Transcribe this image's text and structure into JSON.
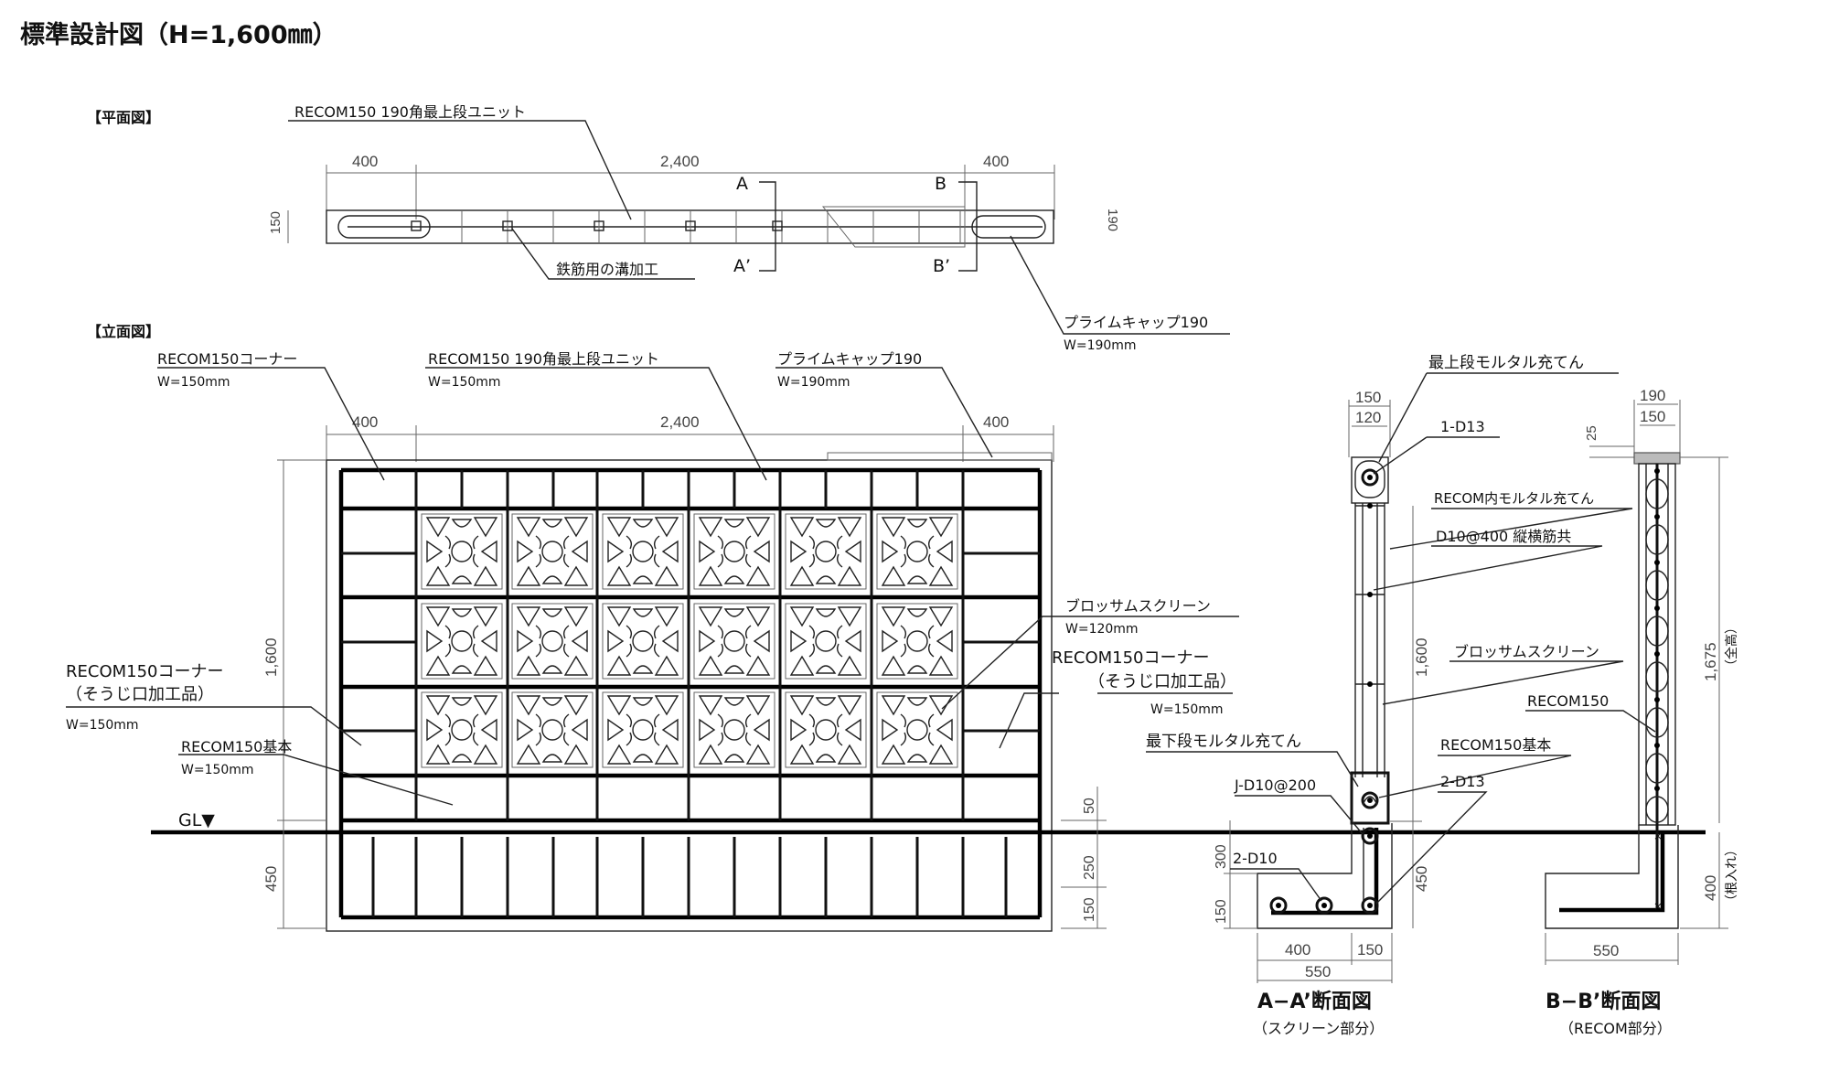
{
  "title": "標準設計図（H=1,600㎜）",
  "sections": {
    "plan": "【平面図】",
    "elevation": "【立面図】"
  },
  "plan": {
    "dims": {
      "left": "400",
      "center": "2,400",
      "right": "400",
      "depth_left": "150",
      "depth_right": "190"
    },
    "labels": {
      "top_unit": "RECOM150 190角最上段ユニット",
      "groove": "鉄筋用の溝加工",
      "cap_name": "プライムキャップ190",
      "cap_width": "W=190mm"
    },
    "markers": {
      "a": "A",
      "a_prime": "A’",
      "b": "B",
      "b_prime": "B’"
    }
  },
  "elevation": {
    "dims": {
      "left": "400",
      "center": "2,400",
      "right": "400",
      "height": "1,600",
      "embed": "450",
      "d50": "50",
      "d250": "250",
      "d150": "150"
    },
    "labels": {
      "corner": "RECOM150コーナー",
      "corner_w": "W=150mm",
      "top_unit": "RECOM150 190角最上段ユニット",
      "top_unit_w": "W=150mm",
      "cap": "プライムキャップ190",
      "cap_w": "W=190mm",
      "blossom": "ブロッサムスクリーン",
      "blossom_w": "W=120mm",
      "corner_right_1": "RECOM150コーナー",
      "corner_right_2": "（そうじ口加工品）",
      "corner_right_w": "W=150mm",
      "corner_left_1": "RECOM150コーナー",
      "corner_left_2": "（そうじ口加工品）",
      "corner_left_w": "W=150mm",
      "basic": "RECOM150基本",
      "basic_w": "W=150mm",
      "gl": "GL▼"
    }
  },
  "section_aa": {
    "title": "A−A’断面図",
    "subtitle": "（スクリーン部分）",
    "dims": {
      "w150": "150",
      "w120": "120",
      "h1600": "1,600",
      "h450": "450",
      "h300": "300",
      "h150": "150",
      "b400": "400",
      "b150": "150",
      "b550": "550"
    },
    "labels": {
      "top_mortar": "最上段モルタル充てん",
      "d13": "1-D13",
      "recom_mortar": "RECOM内モルタル充てん",
      "d10": "D10@400 縦横筋共",
      "blossom": "ブロッサムスクリーン",
      "bottom_mortar": "最下段モルタル充てん",
      "basic": "RECOM150基本",
      "j_d10": "J-D10@200",
      "two_d13": "2-D13",
      "two_d10": "2-D10"
    }
  },
  "section_bb": {
    "title": "B−B’断面図",
    "subtitle": "（RECOM部分）",
    "dims": {
      "w190": "190",
      "w150": "150",
      "h25": "25",
      "h1675": "1,675",
      "h1675_note": "（全高）",
      "h400": "400",
      "h400_note": "（根入れ）",
      "b550": "550"
    },
    "labels": {
      "recom150": "RECOM150"
    }
  }
}
